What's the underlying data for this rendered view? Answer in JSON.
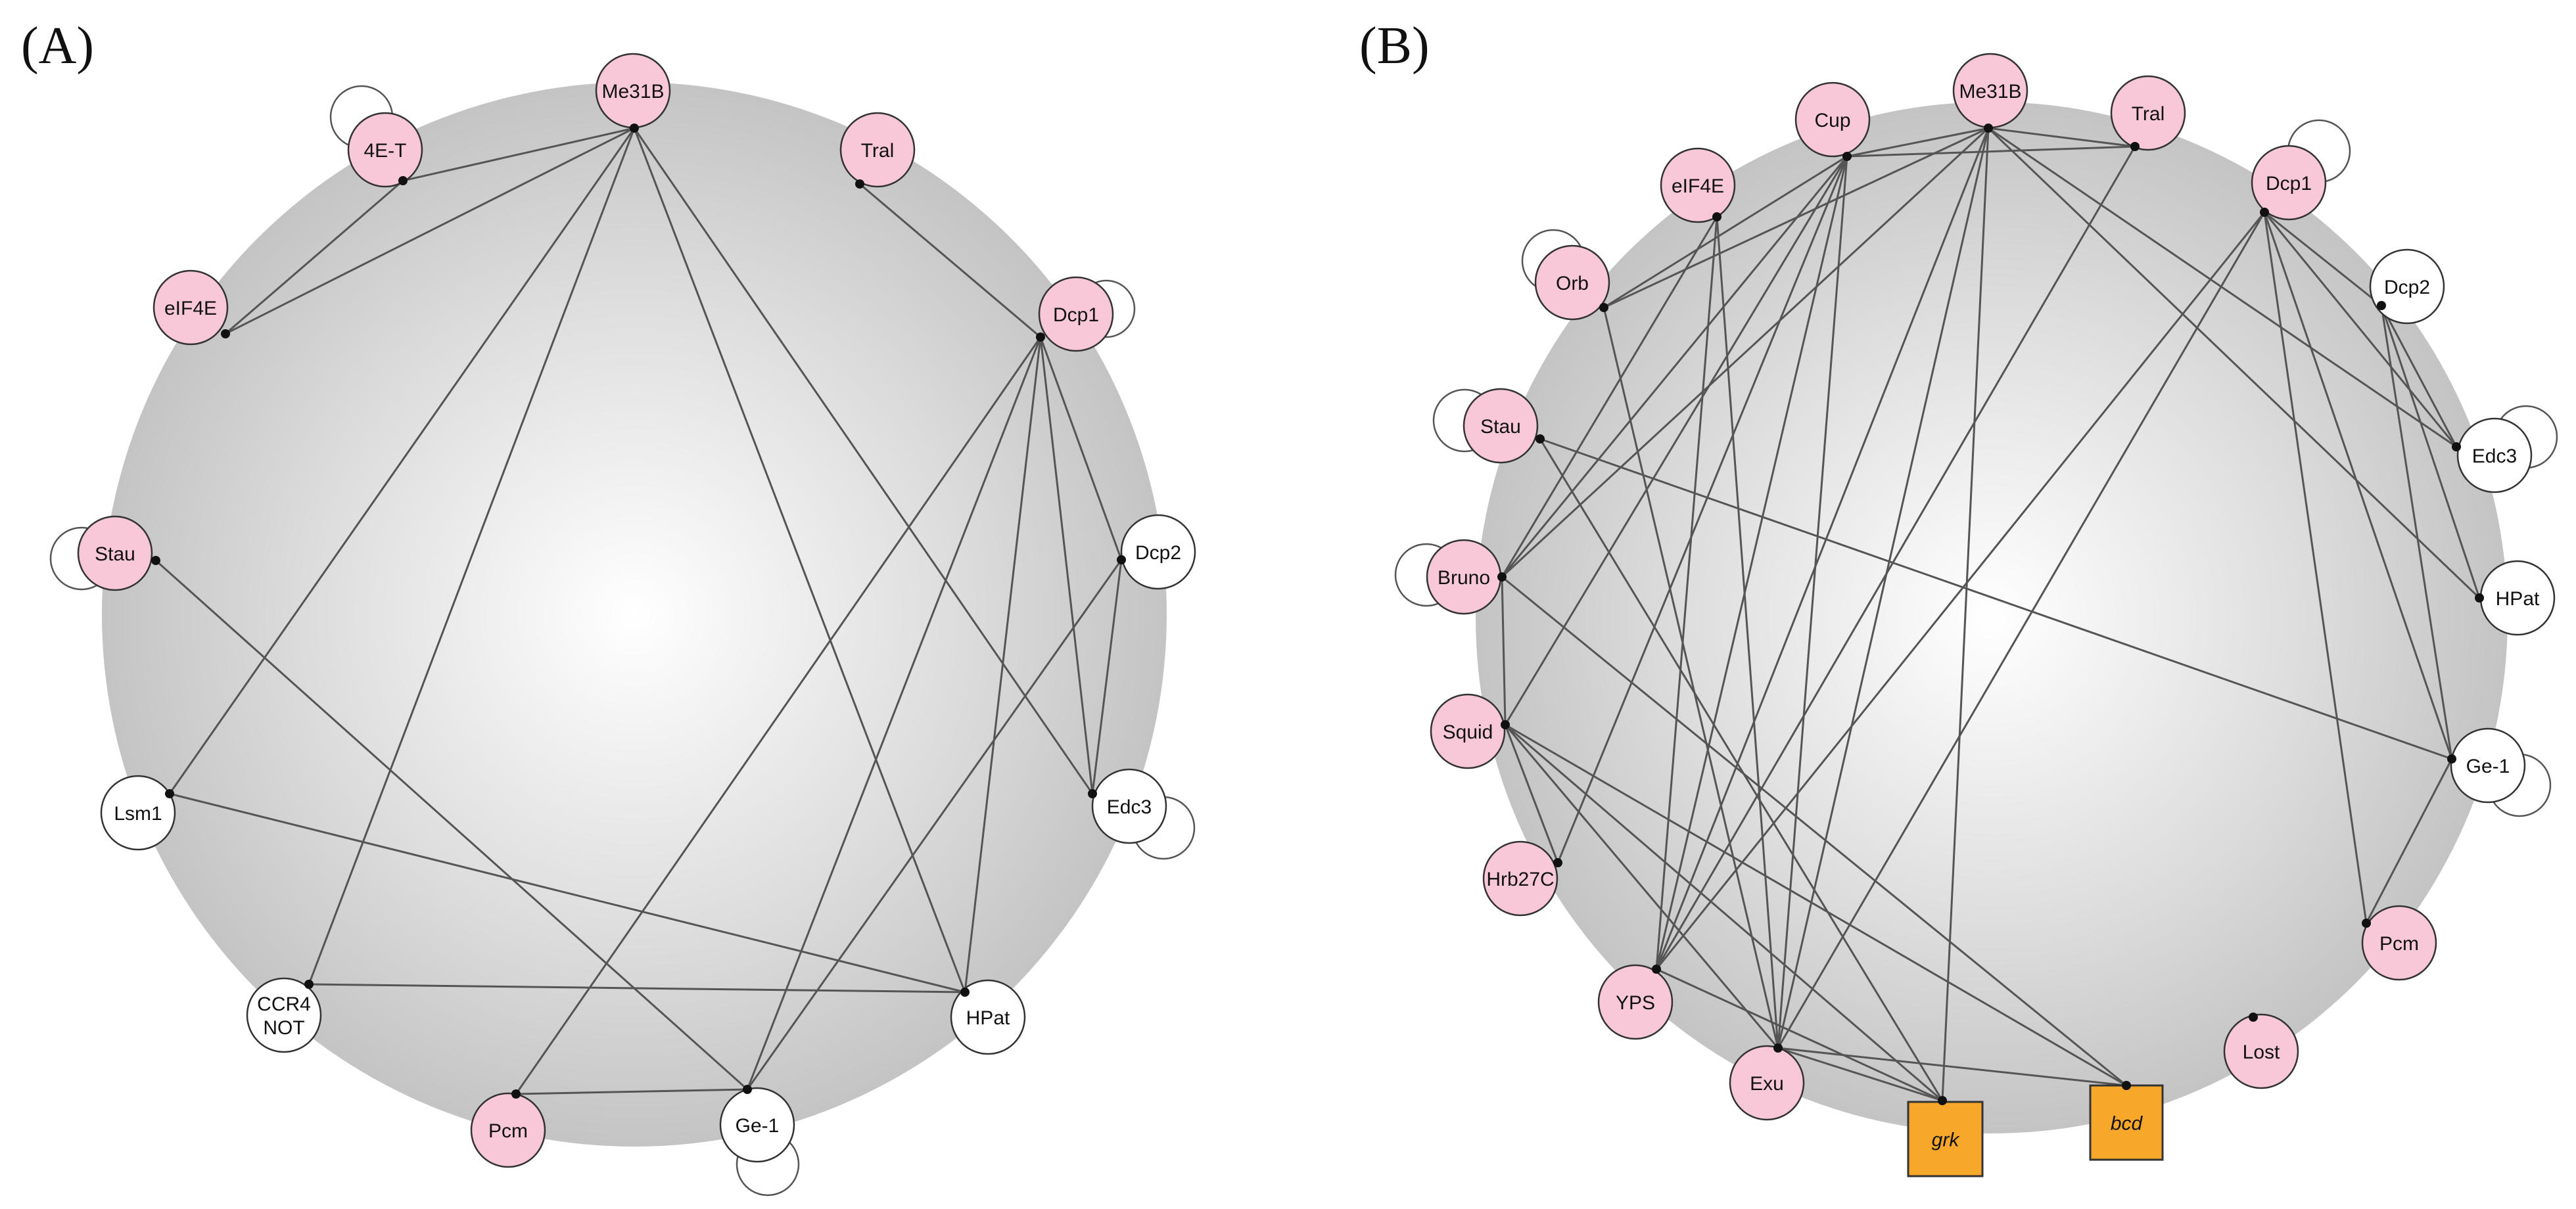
{
  "colors": {
    "protein": "#f8c8d8",
    "other": "#ffffff",
    "rna": "#f7a82a",
    "node_stroke": "#333333",
    "edge": "#555555",
    "background_center": "#ffffff",
    "background_edge": "#c4c4c4"
  },
  "panels": [
    {
      "label": "(A)",
      "nodes": [
        {
          "id": "Me31B",
          "text": [
            "Me31B"
          ],
          "kind": "protein"
        },
        {
          "id": "Tral",
          "text": [
            "Tral"
          ],
          "kind": "protein"
        },
        {
          "id": "Dcp1",
          "text": [
            "Dcp1"
          ],
          "kind": "protein",
          "self_loop": true
        },
        {
          "id": "Dcp2",
          "text": [
            "Dcp2"
          ],
          "kind": "other"
        },
        {
          "id": "Edc3",
          "text": [
            "Edc3"
          ],
          "kind": "other",
          "self_loop": true
        },
        {
          "id": "HPat",
          "text": [
            "HPat"
          ],
          "kind": "other"
        },
        {
          "id": "Ge-1",
          "text": [
            "Ge-1"
          ],
          "kind": "other",
          "self_loop": true
        },
        {
          "id": "Pcm",
          "text": [
            "Pcm"
          ],
          "kind": "protein"
        },
        {
          "id": "CCR4",
          "text": [
            "CCR4",
            "NOT"
          ],
          "kind": "other"
        },
        {
          "id": "Lsm1",
          "text": [
            "Lsm1"
          ],
          "kind": "other"
        },
        {
          "id": "Stau",
          "text": [
            "Stau"
          ],
          "kind": "protein",
          "self_loop": true
        },
        {
          "id": "eIF4E",
          "text": [
            "eIF4E"
          ],
          "kind": "protein"
        },
        {
          "id": "4E-T",
          "text": [
            "4E-T"
          ],
          "kind": "protein",
          "self_loop": true
        }
      ],
      "edges": [
        [
          "Me31B",
          "4E-T"
        ],
        [
          "Me31B",
          "eIF4E"
        ],
        [
          "4E-T",
          "eIF4E"
        ],
        [
          "Me31B",
          "Lsm1"
        ],
        [
          "Me31B",
          "CCR4"
        ],
        [
          "Me31B",
          "HPat"
        ],
        [
          "Me31B",
          "Edc3"
        ],
        [
          "Tral",
          "Dcp1"
        ],
        [
          "Dcp1",
          "Pcm"
        ],
        [
          "Dcp1",
          "Ge-1"
        ],
        [
          "Dcp1",
          "Edc3"
        ],
        [
          "Dcp1",
          "Dcp2"
        ],
        [
          "Dcp1",
          "HPat"
        ],
        [
          "Dcp2",
          "Edc3"
        ],
        [
          "Dcp2",
          "Ge-1"
        ],
        [
          "Stau",
          "Ge-1"
        ],
        [
          "Lsm1",
          "HPat"
        ],
        [
          "CCR4",
          "HPat"
        ],
        [
          "Pcm",
          "Ge-1"
        ]
      ]
    },
    {
      "label": "(B)",
      "nodes": [
        {
          "id": "Cup",
          "text": [
            "Cup"
          ],
          "kind": "protein"
        },
        {
          "id": "Me31B",
          "text": [
            "Me31B"
          ],
          "kind": "protein"
        },
        {
          "id": "Tral",
          "text": [
            "Tral"
          ],
          "kind": "protein"
        },
        {
          "id": "Dcp1",
          "text": [
            "Dcp1"
          ],
          "kind": "protein",
          "self_loop": true
        },
        {
          "id": "Dcp2",
          "text": [
            "Dcp2"
          ],
          "kind": "other"
        },
        {
          "id": "Edc3",
          "text": [
            "Edc3"
          ],
          "kind": "other",
          "self_loop": true
        },
        {
          "id": "HPat",
          "text": [
            "HPat"
          ],
          "kind": "other"
        },
        {
          "id": "Ge-1",
          "text": [
            "Ge-1"
          ],
          "kind": "other",
          "self_loop": true
        },
        {
          "id": "Pcm",
          "text": [
            "Pcm"
          ],
          "kind": "protein"
        },
        {
          "id": "Lost",
          "text": [
            "Lost"
          ],
          "kind": "protein"
        },
        {
          "id": "bcd",
          "text": [
            "bcd"
          ],
          "kind": "rna"
        },
        {
          "id": "grk",
          "text": [
            "grk"
          ],
          "kind": "rna"
        },
        {
          "id": "Exu",
          "text": [
            "Exu"
          ],
          "kind": "protein"
        },
        {
          "id": "YPS",
          "text": [
            "YPS"
          ],
          "kind": "protein"
        },
        {
          "id": "Hrb27C",
          "text": [
            "Hrb27C"
          ],
          "kind": "protein"
        },
        {
          "id": "Squid",
          "text": [
            "Squid"
          ],
          "kind": "protein"
        },
        {
          "id": "Bruno",
          "text": [
            "Bruno"
          ],
          "kind": "protein",
          "self_loop": true
        },
        {
          "id": "Stau",
          "text": [
            "Stau"
          ],
          "kind": "protein",
          "self_loop": true
        },
        {
          "id": "Orb",
          "text": [
            "Orb"
          ],
          "kind": "protein",
          "self_loop": true
        },
        {
          "id": "eIF4E",
          "text": [
            "eIF4E"
          ],
          "kind": "protein"
        }
      ],
      "edges": [
        [
          "Cup",
          "Me31B"
        ],
        [
          "Cup",
          "Tral"
        ],
        [
          "Cup",
          "Orb"
        ],
        [
          "Cup",
          "Bruno"
        ],
        [
          "Cup",
          "YPS"
        ],
        [
          "Cup",
          "Exu"
        ],
        [
          "Cup",
          "Squid"
        ],
        [
          "Cup",
          "Hrb27C"
        ],
        [
          "Me31B",
          "Tral"
        ],
        [
          "Me31B",
          "Orb"
        ],
        [
          "Me31B",
          "Bruno"
        ],
        [
          "Me31B",
          "YPS"
        ],
        [
          "Me31B",
          "Exu"
        ],
        [
          "Me31B",
          "grk"
        ],
        [
          "Me31B",
          "Edc3"
        ],
        [
          "Me31B",
          "HPat"
        ],
        [
          "eIF4E",
          "Bruno"
        ],
        [
          "eIF4E",
          "YPS"
        ],
        [
          "eIF4E",
          "Exu"
        ],
        [
          "Tral",
          "YPS"
        ],
        [
          "Dcp1",
          "Dcp2"
        ],
        [
          "Dcp1",
          "Edc3"
        ],
        [
          "Dcp1",
          "Ge-1"
        ],
        [
          "Dcp1",
          "Pcm"
        ],
        [
          "Dcp1",
          "YPS"
        ],
        [
          "Dcp1",
          "Exu"
        ],
        [
          "Dcp2",
          "Edc3"
        ],
        [
          "Dcp2",
          "HPat"
        ],
        [
          "Dcp2",
          "Ge-1"
        ],
        [
          "Ge-1",
          "Pcm"
        ],
        [
          "Ge-1",
          "Stau"
        ],
        [
          "Orb",
          "Exu"
        ],
        [
          "Stau",
          "grk"
        ],
        [
          "Bruno",
          "Squid"
        ],
        [
          "Bruno",
          "bcd"
        ],
        [
          "Squid",
          "grk"
        ],
        [
          "Squid",
          "bcd"
        ],
        [
          "Squid",
          "Exu"
        ],
        [
          "Squid",
          "Hrb27C"
        ],
        [
          "YPS",
          "grk"
        ],
        [
          "Exu",
          "grk"
        ],
        [
          "Exu",
          "bcd"
        ]
      ]
    }
  ]
}
